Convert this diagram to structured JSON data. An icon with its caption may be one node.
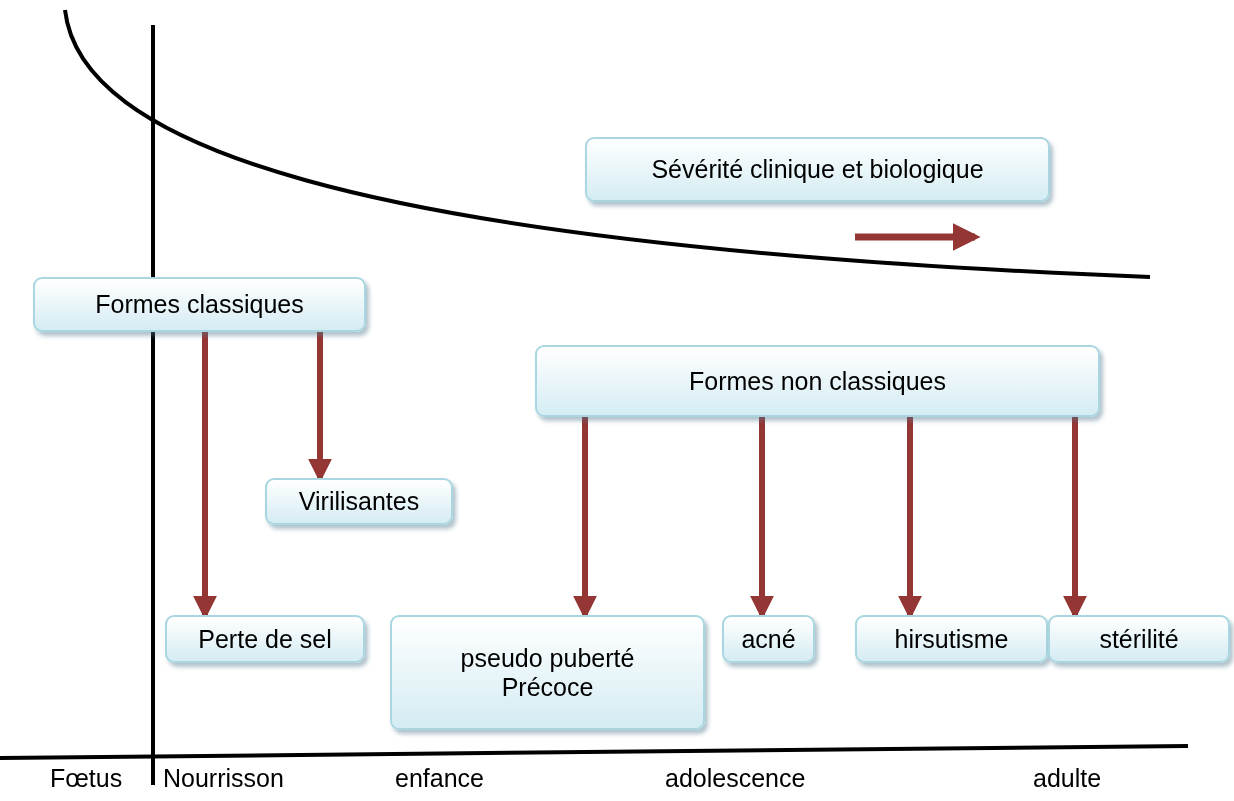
{
  "diagram": {
    "nodes": [
      {
        "text": [
          "Sévérité clinique et biologique"
        ]
      },
      {
        "text": [
          "Formes classiques"
        ]
      },
      {
        "text": [
          "Formes non classiques"
        ]
      },
      {
        "text": [
          "Virilisantes"
        ]
      },
      {
        "text": [
          "Perte de sel"
        ]
      },
      {
        "text": [
          "pseudo puberté Précoce"
        ]
      },
      {
        "text": [
          "acné"
        ]
      },
      {
        "text": [
          "hirsutisme"
        ]
      },
      {
        "text": [
          "stérilité"
        ]
      }
    ],
    "edges": [
      {
        "from": 1,
        "to": 4,
        "arrow": "to"
      },
      {
        "from": 1,
        "to": 3,
        "arrow": "to"
      },
      {
        "from": 2,
        "to": 5,
        "arrow": "to"
      },
      {
        "from": 2,
        "to": 6,
        "arrow": "to"
      },
      {
        "from": 2,
        "to": 7,
        "arrow": "to"
      },
      {
        "from": 2,
        "to": 8,
        "arrow": "to"
      }
    ],
    "labels": [
      "Fœtus",
      "Nourrisson",
      "enfance",
      "adolescence",
      "adulte"
    ]
  }
}
